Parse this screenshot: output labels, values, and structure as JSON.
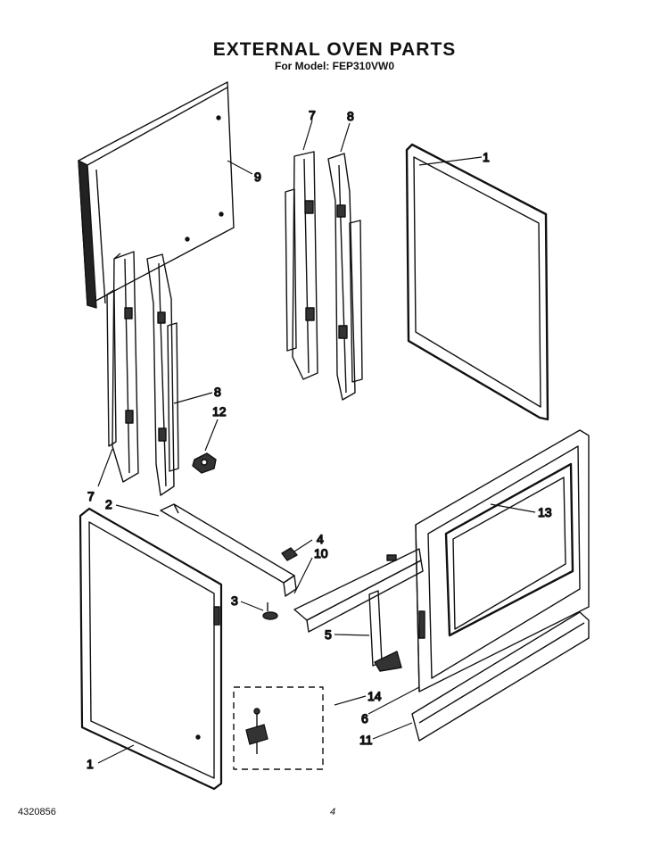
{
  "title": "EXTERNAL OVEN PARTS",
  "subtitle": "For Model: FEP310VW0",
  "callouts": {
    "c1_top": "1",
    "c1_bottom": "1",
    "c2": "2",
    "c3": "3",
    "c4": "4",
    "c5": "5",
    "c6": "6",
    "c7_top": "7",
    "c7_left": "7",
    "c8_top": "8",
    "c8_left": "8",
    "c9": "9",
    "c10": "10",
    "c11": "11",
    "c12": "12",
    "c13": "13",
    "c14": "14"
  },
  "footer": {
    "doc_number": "4320856",
    "page": "4"
  }
}
